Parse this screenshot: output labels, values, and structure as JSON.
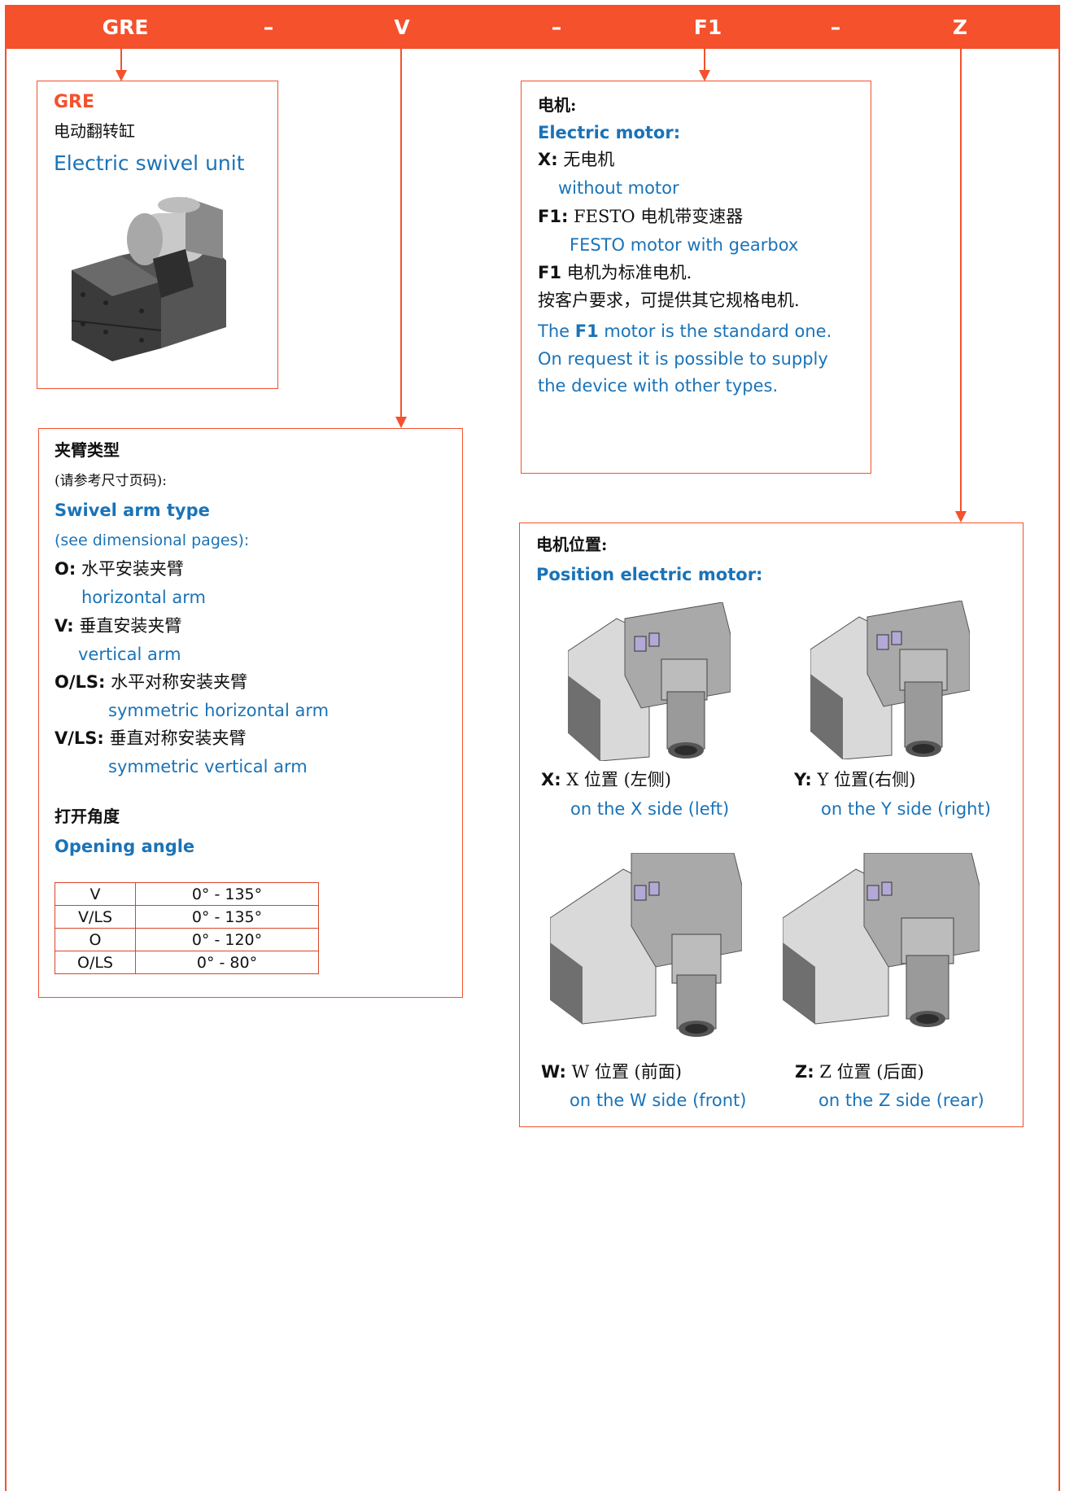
{
  "header": {
    "codes": [
      "GRE",
      "–",
      "V",
      "–",
      "F1",
      "–",
      "Z"
    ]
  },
  "gre": {
    "title": "GRE",
    "zh": "电动翻转缸",
    "en": "Electric swivel unit",
    "image_icon": "swivel-unit-photo"
  },
  "motor": {
    "title_zh": "电机:",
    "title_en": "Electric motor:",
    "x_code": "X:",
    "x_zh": "无电机",
    "x_en": "without motor",
    "f1_code": "F1:",
    "f1_zh": "FESTO 电机带变速器",
    "f1_en": "FESTO motor with gearbox",
    "note_code": "F1",
    "note_zh1": "电机为标准电机.",
    "note_zh2": "按客户要求，可提供其它规格电机.",
    "note_en1_pre": "The ",
    "note_en1_code": "F1",
    "note_en1_post": " motor is the standard one.",
    "note_en2": "On request it is possible to supply",
    "note_en3": "the device with other types."
  },
  "arm": {
    "title_zh": "夹臂类型",
    "ref_zh": "(请参考尺寸页码):",
    "title_en": "Swivel arm type",
    "ref_en": "(see dimensional pages):",
    "items": [
      {
        "code": "O:",
        "zh": "水平安装夹臂",
        "en": "horizontal arm"
      },
      {
        "code": "V:",
        "zh": "垂直安装夹臂",
        "en": "vertical arm"
      },
      {
        "code": "O/LS:",
        "zh": "水平对称安装夹臂",
        "en": "symmetric horizontal arm"
      },
      {
        "code": "V/LS:",
        "zh": "垂直对称安装夹臂",
        "en": "symmetric vertical arm"
      }
    ],
    "angle_title_zh": "打开角度",
    "angle_title_en": "Opening angle",
    "angles": [
      {
        "type": "V",
        "range": "0° - 135°"
      },
      {
        "type": "V/LS",
        "range": "0° - 135°"
      },
      {
        "type": "O",
        "range": "0° - 120°"
      },
      {
        "type": "O/LS",
        "range": "0° - 80°"
      }
    ]
  },
  "position": {
    "title_zh": "电机位置:",
    "title_en": "Position electric motor:",
    "items": [
      {
        "code": "X:",
        "zh": "X 位置 (左侧)",
        "en": "on the X side (left)"
      },
      {
        "code": "Y:",
        "zh": "Y 位置(右侧)",
        "en": "on the Y side (right)"
      },
      {
        "code": "W:",
        "zh": "W 位置 (前面)",
        "en": "on the W side (front)"
      },
      {
        "code": "Z:",
        "zh": "Z 位置 (后面)",
        "en": "on the Z side (rear)"
      }
    ]
  },
  "colors": {
    "accent": "#f4512c",
    "english_text": "#1a73b8",
    "text": "#111111"
  }
}
